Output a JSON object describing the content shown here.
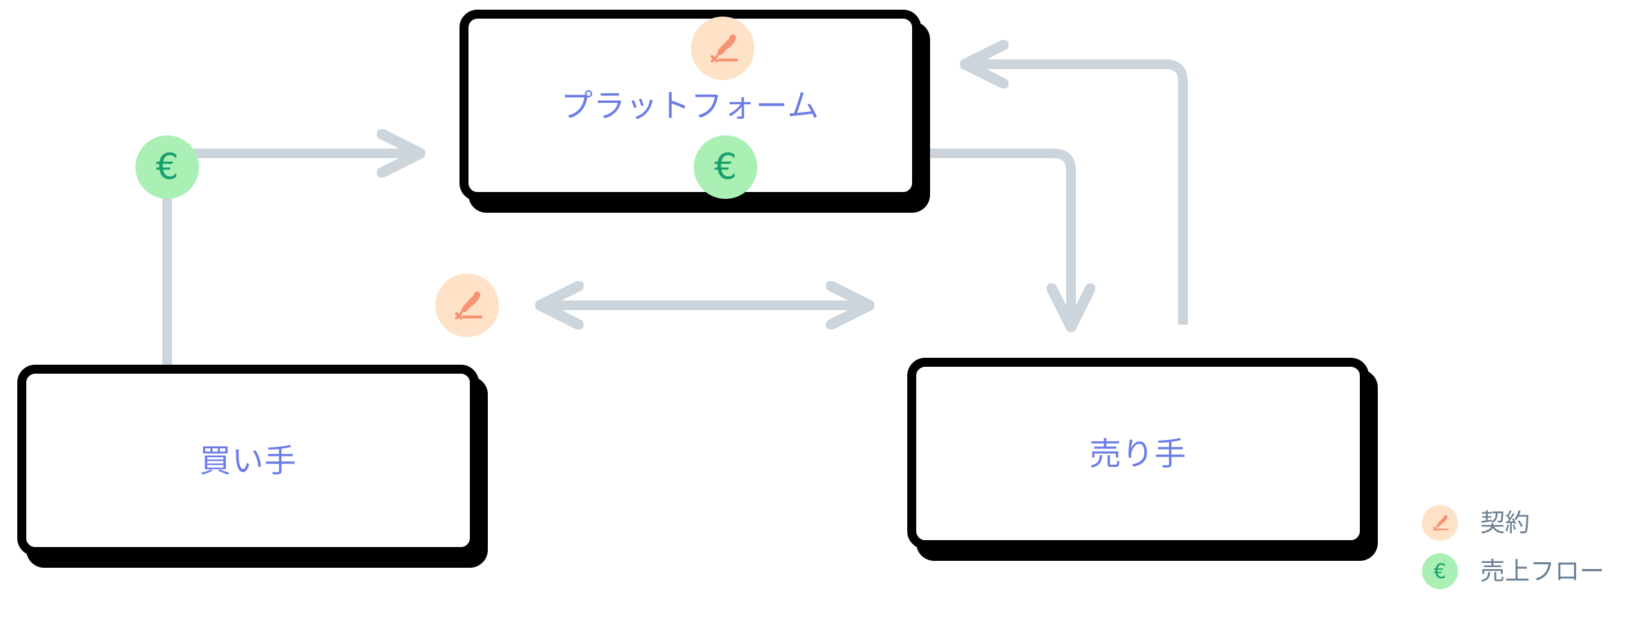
{
  "diagram": {
    "type": "flow-diagram",
    "background": "#ffffff",
    "nodes": [
      {
        "id": "platform",
        "label": "プラットフォーム",
        "role": "intermediary"
      },
      {
        "id": "buyer",
        "label": "買い手",
        "role": "demand-side"
      },
      {
        "id": "seller",
        "label": "売り手",
        "role": "supply-side"
      }
    ],
    "edges": [
      {
        "id": "buyer-to-platform",
        "from": "買い手",
        "to": "プラットフォーム",
        "badge": "売上フロー",
        "direction": "forward"
      },
      {
        "id": "platform-to-seller",
        "from": "プラットフォーム",
        "to": "売り手",
        "badge": "売上フロー",
        "direction": "forward"
      },
      {
        "id": "seller-to-platform",
        "from": "売り手",
        "to": "プラットフォーム",
        "badge": "契約",
        "direction": "forward"
      },
      {
        "id": "buyer-seller",
        "from": "買い手",
        "to": "売り手",
        "badge": "契約",
        "direction": "bidirectional"
      }
    ]
  },
  "labels": {
    "platform": "プラットフォーム",
    "buyer": "買い手",
    "seller": "売り手"
  },
  "badges": {
    "euro_glyph": "€",
    "contract_name": "contract-quill-icon",
    "money_name": "euro-money-icon"
  },
  "legend": {
    "items": [
      {
        "key": "contract",
        "label": "契約",
        "icon": "contract-quill-icon",
        "color": "#fde2c8"
      },
      {
        "key": "revenue",
        "label": "売上フロー",
        "icon": "euro-money-icon",
        "color": "#aaefb4"
      }
    ]
  },
  "colors": {
    "node_text": "#6b7ce6",
    "node_border": "#000000",
    "node_fill": "#ffffff",
    "edge_line": "#ccd4dc",
    "money_badge_bg": "#aaefb4",
    "money_badge_fg": "#16a06a",
    "contract_badge_bg": "#fde2c8",
    "contract_badge_fg": "#f79272",
    "legend_text": "#6a7f93"
  }
}
